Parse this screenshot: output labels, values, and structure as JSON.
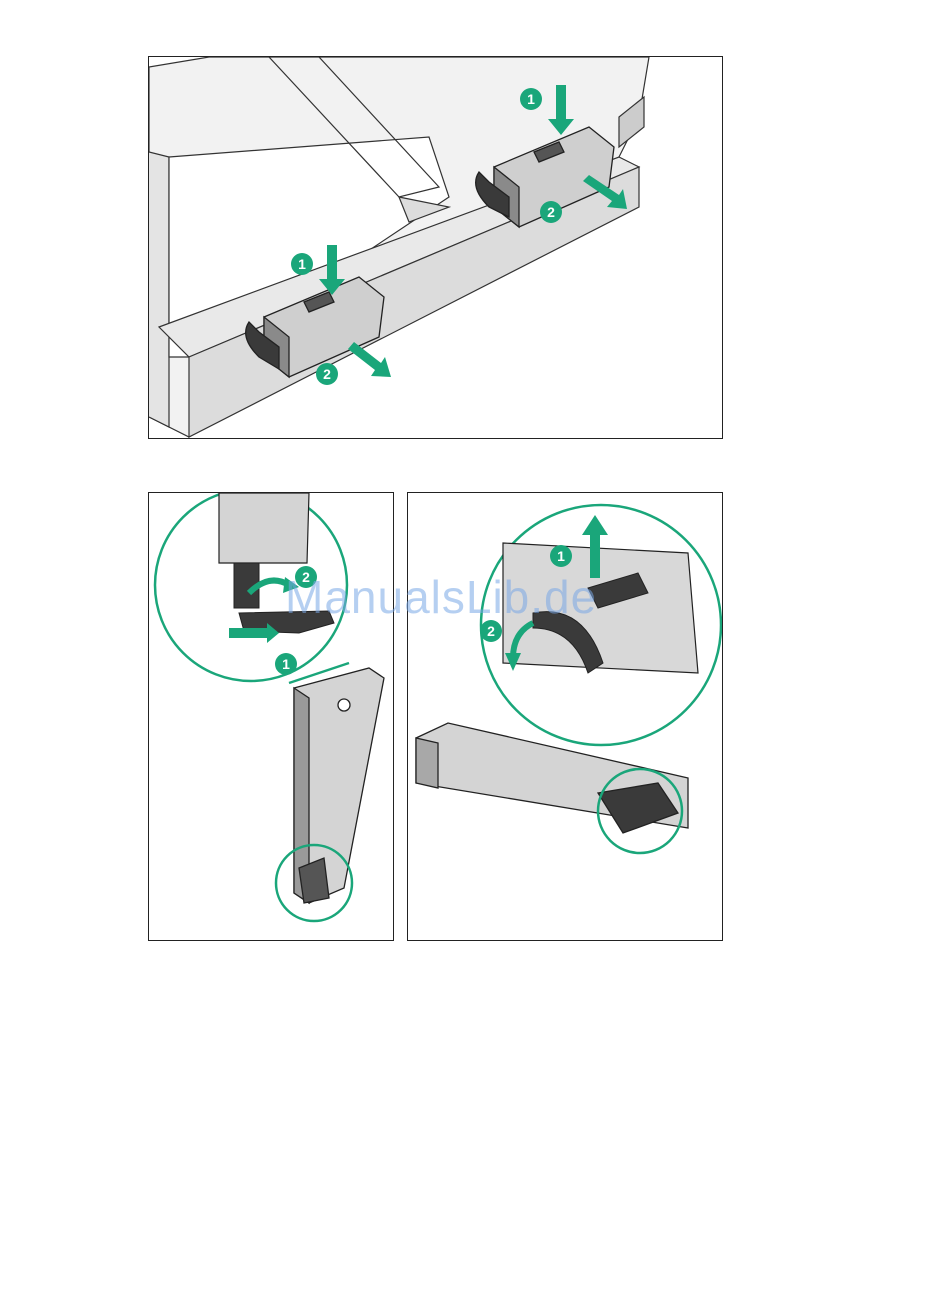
{
  "watermark": "ManualsLib.de",
  "callouts": {
    "step1": "1",
    "step2": "2"
  },
  "colors": {
    "accent": "#1aa67a",
    "line": "#222222",
    "panel_fill": "#d8d8d8",
    "handle": "#3a3a3a"
  },
  "figures": [
    {
      "name": "power-supply-release-top-view"
    },
    {
      "name": "power-supply-handle-detail-left"
    },
    {
      "name": "power-supply-handle-detail-right"
    }
  ]
}
